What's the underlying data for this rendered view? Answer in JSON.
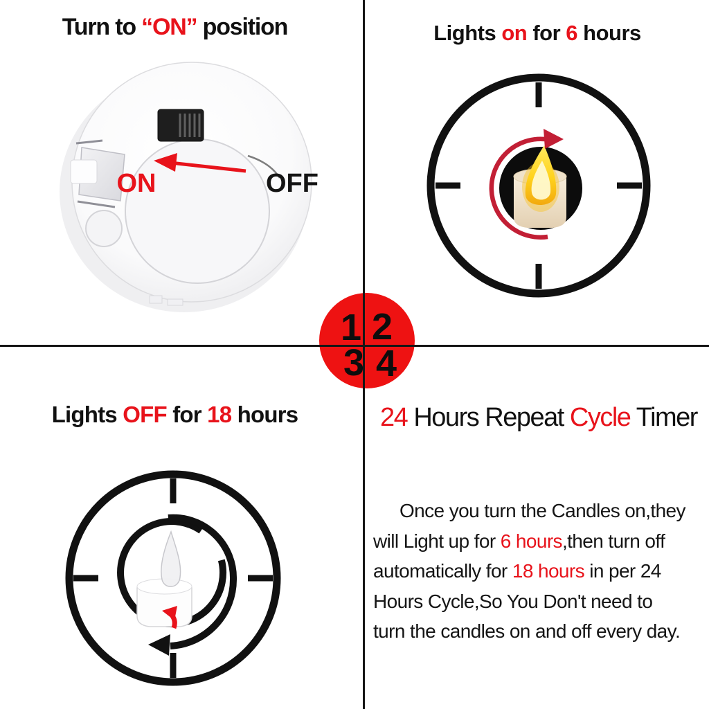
{
  "q1": {
    "title": {
      "p1": "Turn to ",
      "p2": "“ON”",
      "p3": " position"
    },
    "on_label": "ON",
    "off_label": "OFF"
  },
  "q2": {
    "title": {
      "p1": "Lights ",
      "p2": "on",
      "p3": " for ",
      "p4": "6",
      "p5": " hours"
    }
  },
  "q3": {
    "title": {
      "p1": "Lights ",
      "p2": "OFF",
      "p3": " for ",
      "p4": "18",
      "p5": " hours"
    }
  },
  "q4": {
    "title": {
      "p1": "24",
      "p2": " Hours Repeat ",
      "p3": "Cycle",
      "p4": " Timer"
    },
    "paragraph": {
      "l1": "Once you turn the Candles on,they",
      "l2a": "will Light up for ",
      "l2b": "6 hours",
      "l2c": ",then turn off",
      "l3a": "automatically for ",
      "l3b": "18 hours",
      "l3c": " in per 24",
      "l4": "Hours Cycle,So You Don't need to",
      "l5": "turn the candles on and off every day."
    }
  },
  "badge": {
    "n1": "1",
    "n2": "2",
    "n3": "3",
    "n4": "4"
  },
  "icons": {
    "q1_photo": "candle-base-with-switch-photo",
    "q2_diagram": "clock-with-lit-candle",
    "q3_diagram": "clock-with-unlit-candle-spiral"
  },
  "colors": {
    "accent_red": "#e8131b",
    "badge_red": "#ee1212",
    "arc_crimson": "#c21f35",
    "line_black": "#161616",
    "flame_yellow": "#f6b313",
    "candle_cream": "#f0e2cc"
  }
}
